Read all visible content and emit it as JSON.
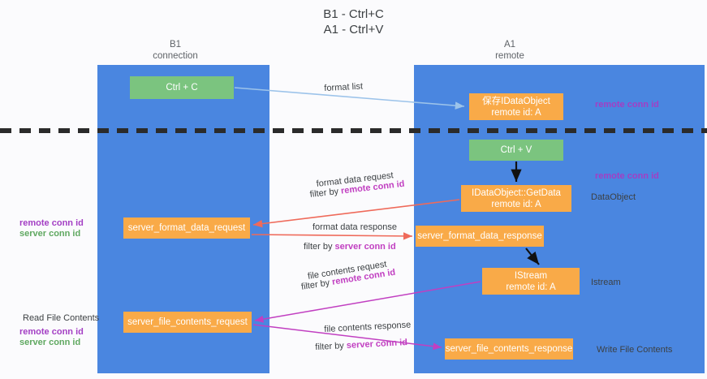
{
  "title": {
    "line1": "B1 - Ctrl+C",
    "line2": "A1 - Ctrl+V"
  },
  "columns": [
    {
      "id": "b1",
      "name": "B1",
      "role": "connection"
    },
    {
      "id": "a1",
      "name": "A1",
      "role": "remote"
    }
  ],
  "nodes": [
    {
      "id": "ctrl-c",
      "label": "Ctrl + C",
      "sub": "",
      "color": "#7bc47f",
      "lane": "b1"
    },
    {
      "id": "dataobject",
      "label": "保存IDataObject",
      "sub": "remote id: A",
      "color": "#f9aa48",
      "lane": "a1"
    },
    {
      "id": "ctrl-v",
      "label": "Ctrl + V",
      "sub": "",
      "color": "#7bc47f",
      "lane": "a1"
    },
    {
      "id": "getdata",
      "label": "IDataObject::GetData",
      "sub": "remote id: A",
      "color": "#f9aa48",
      "lane": "a1"
    },
    {
      "id": "sfd-req",
      "label": "server_format_data_request",
      "sub": "",
      "color": "#f9aa48",
      "lane": "b1"
    },
    {
      "id": "sfd-res",
      "label": "server_format_data_response",
      "sub": "",
      "color": "#f9aa48",
      "lane": "a1"
    },
    {
      "id": "istream",
      "label": "IStream",
      "sub": "remote id: A",
      "color": "#f9aa48",
      "lane": "a1"
    },
    {
      "id": "sfc-req",
      "label": "server_file_contents_request",
      "sub": "",
      "color": "#f9aa48",
      "lane": "b1"
    },
    {
      "id": "sfc-res",
      "label": "server_file_contents_response",
      "sub": "",
      "color": "#f9aa48",
      "lane": "a1"
    }
  ],
  "edge_labels": {
    "format_list": "format list",
    "format_data_request": "format data request",
    "format_data_request_filter_prefix": "filter by ",
    "format_data_request_filter_key": "remote conn id",
    "format_data_response": "format data response",
    "format_data_response_filter_prefix": "filter by ",
    "format_data_response_filter_key": "server conn id",
    "file_contents_request": "file contents request",
    "file_contents_request_filter_prefix": "filter by ",
    "file_contents_request_filter_key": "remote conn id",
    "file_contents_response": "file contents response",
    "file_contents_response_filter_prefix": "filter by ",
    "file_contents_response_filter_key": "server conn id"
  },
  "annotations": {
    "right": {
      "remote_conn_id_top": "remote conn id",
      "remote_conn_id_mid": "remote conn id",
      "dataobject": "DataObject",
      "istream": "Istream",
      "write_file_contents": "Write File Contents"
    },
    "left": {
      "remote_conn_id_1": "remote conn id",
      "server_conn_id_1": "server conn id",
      "read_file_contents": "Read File Contents",
      "remote_conn_id_2": "remote conn id",
      "server_conn_id_2": "server conn id"
    }
  },
  "colors": {
    "lane": "#4a86e0",
    "node_green": "#7bc47f",
    "node_orange": "#f9aa48",
    "purple": "#a33ec4",
    "magenta": "#c13fc1",
    "green_text": "#5fa860",
    "arrow_blue": "#9cc3ea",
    "arrow_red": "#ef6a5a",
    "arrow_black": "#000000",
    "divider": "#2b2b2b",
    "background": "#fbfbfd"
  }
}
